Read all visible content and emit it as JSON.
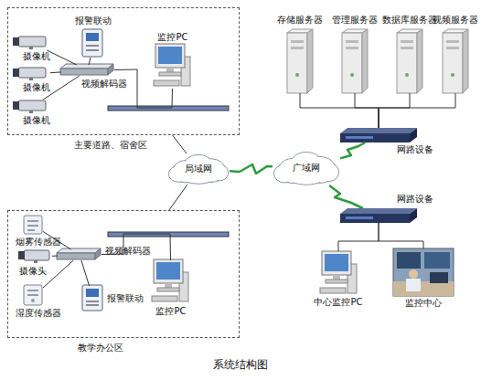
{
  "diagram": {
    "caption": "系统结构图",
    "nodes": [
      {
        "text": [
          "主要道路、宿舍区"
        ]
      },
      {
        "text": [
          "报警联动"
        ],
        "in": 0
      },
      {
        "text": [
          "摄像机"
        ],
        "in": 0
      },
      {
        "text": [
          "摄像机"
        ],
        "in": 0
      },
      {
        "text": [
          "摄像机"
        ],
        "in": 0
      },
      {
        "text": [
          "视频解码器"
        ],
        "in": 0
      },
      {
        "text": [
          "监控PC"
        ],
        "in": 0
      },
      {
        "text": [
          "存储服务器"
        ]
      },
      {
        "text": [
          "管理服务器"
        ]
      },
      {
        "text": [
          "数据库服务器"
        ]
      },
      {
        "text": [
          "视频服务器"
        ]
      },
      {
        "text": [
          "局域网"
        ]
      },
      {
        "text": [
          "广域网"
        ]
      },
      {
        "text": [
          "网路设备"
        ]
      },
      {
        "text": [
          "教学办公区"
        ]
      },
      {
        "text": [
          "网路设备"
        ]
      },
      {
        "text": [
          "烟雾传感器"
        ],
        "in": 14
      },
      {
        "text": [
          "摄像头"
        ],
        "in": 14
      },
      {
        "text": [
          "湿度传感器"
        ],
        "in": 14
      },
      {
        "text": [
          "视频解码器"
        ],
        "in": 14
      },
      {
        "text": [
          "报警联动"
        ],
        "in": 14
      },
      {
        "text": [
          "监控PC"
        ],
        "in": 14
      },
      {
        "text": [
          "中心监控PC"
        ]
      },
      {
        "text": [
          "监控中心"
        ]
      }
    ],
    "edges": [
      {
        "from": 2,
        "to": 5,
        "arrow": "none"
      },
      {
        "from": 3,
        "to": 5,
        "arrow": "none"
      },
      {
        "from": 4,
        "to": 5,
        "arrow": "none"
      },
      {
        "from": 1,
        "to": 5,
        "arrow": "none"
      },
      {
        "from": 5,
        "to": 6,
        "arrow": "none"
      },
      {
        "from": 0,
        "to": 11,
        "arrow": "none"
      },
      {
        "from": 14,
        "to": 11,
        "arrow": "none"
      },
      {
        "from": 11,
        "to": 12,
        "arrow": "none"
      },
      {
        "from": 7,
        "to": 13,
        "arrow": "none"
      },
      {
        "from": 8,
        "to": 13,
        "arrow": "none"
      },
      {
        "from": 9,
        "to": 13,
        "arrow": "none"
      },
      {
        "from": 10,
        "to": 13,
        "arrow": "none"
      },
      {
        "from": 12,
        "to": 13,
        "arrow": "none"
      },
      {
        "from": 12,
        "to": 15,
        "arrow": "none"
      },
      {
        "from": 15,
        "to": 22,
        "arrow": "none"
      },
      {
        "from": 15,
        "to": 23,
        "arrow": "none"
      },
      {
        "from": 16,
        "to": 19,
        "arrow": "none"
      },
      {
        "from": 17,
        "to": 19,
        "arrow": "none"
      },
      {
        "from": 18,
        "to": 19,
        "arrow": "none"
      },
      {
        "from": 20,
        "to": 19,
        "arrow": "none"
      },
      {
        "from": 19,
        "to": 21,
        "arrow": "none"
      }
    ]
  }
}
